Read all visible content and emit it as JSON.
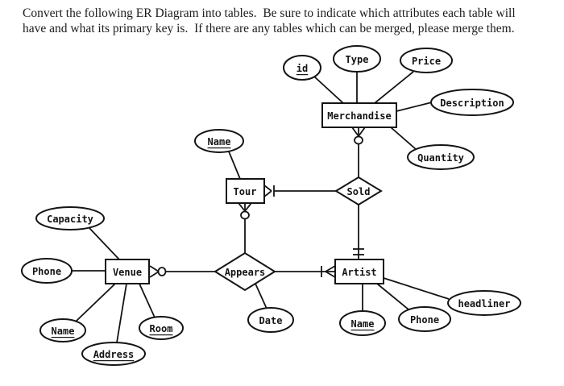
{
  "title": {
    "line1": "Convert the following ER Diagram into tables.  Be sure to indicate which attributes each table will",
    "line2": "have and what its primary key is.  If there are any tables which can be merged, please merge them."
  },
  "colors": {
    "ink": "#141414",
    "background": "#ffffff"
  },
  "diagram": {
    "entities": {
      "merchandise": {
        "label": "Merchandise"
      },
      "tour": {
        "label": "Tour"
      },
      "venue": {
        "label": "Venue"
      },
      "artist": {
        "label": "Artist"
      }
    },
    "relationships": {
      "sold": {
        "label": "Sold"
      },
      "appears": {
        "label": "Appears"
      }
    },
    "attributes": {
      "merchandise_id": {
        "label": "id",
        "primary_key": true,
        "entity": "Merchandise"
      },
      "merchandise_type": {
        "label": "Type",
        "primary_key": false,
        "entity": "Merchandise"
      },
      "merchandise_price": {
        "label": "Price",
        "primary_key": false,
        "entity": "Merchandise"
      },
      "merchandise_description": {
        "label": "Description",
        "primary_key": false,
        "entity": "Merchandise"
      },
      "merchandise_quantity": {
        "label": "Quantity",
        "primary_key": false,
        "entity": "Merchandise"
      },
      "tour_name": {
        "label": "Name",
        "primary_key": true,
        "entity": "Tour"
      },
      "venue_capacity": {
        "label": "Capacity",
        "primary_key": false,
        "entity": "Venue"
      },
      "venue_phone": {
        "label": "Phone",
        "primary_key": false,
        "entity": "Venue"
      },
      "venue_name": {
        "label": "Name",
        "primary_key": true,
        "entity": "Venue"
      },
      "venue_address": {
        "label": "Address",
        "primary_key": true,
        "entity": "Venue"
      },
      "venue_room": {
        "label": "Room",
        "primary_key": true,
        "entity": "Venue"
      },
      "appears_date": {
        "label": "Date",
        "primary_key": false,
        "entity": "Appears"
      },
      "artist_name": {
        "label": "Name",
        "primary_key": true,
        "entity": "Artist"
      },
      "artist_phone": {
        "label": "Phone",
        "primary_key": false,
        "entity": "Artist"
      },
      "artist_headliner": {
        "label": "headliner",
        "primary_key": false,
        "entity": "Artist"
      }
    },
    "connections": [
      {
        "from": "Merchandise",
        "to": "Sold",
        "notation_at_entity": "zero-or-many (crow's foot + circle)"
      },
      {
        "from": "Tour",
        "to": "Sold",
        "notation_at_entity": "one-or-many (crow's foot + bar)"
      },
      {
        "from": "Tour",
        "to": "Appears",
        "notation_at_entity": "zero-or-many (crow's foot + circle)"
      },
      {
        "from": "Venue",
        "to": "Appears",
        "notation_at_entity": "zero-or-many (crow's foot + circle)"
      },
      {
        "from": "Artist",
        "to": "Appears",
        "notation_at_entity": "one-or-many (bar + crow's foot)"
      },
      {
        "from": "Artist",
        "to": "Sold",
        "notation_at_entity": "exactly-one (double bar)"
      }
    ]
  }
}
